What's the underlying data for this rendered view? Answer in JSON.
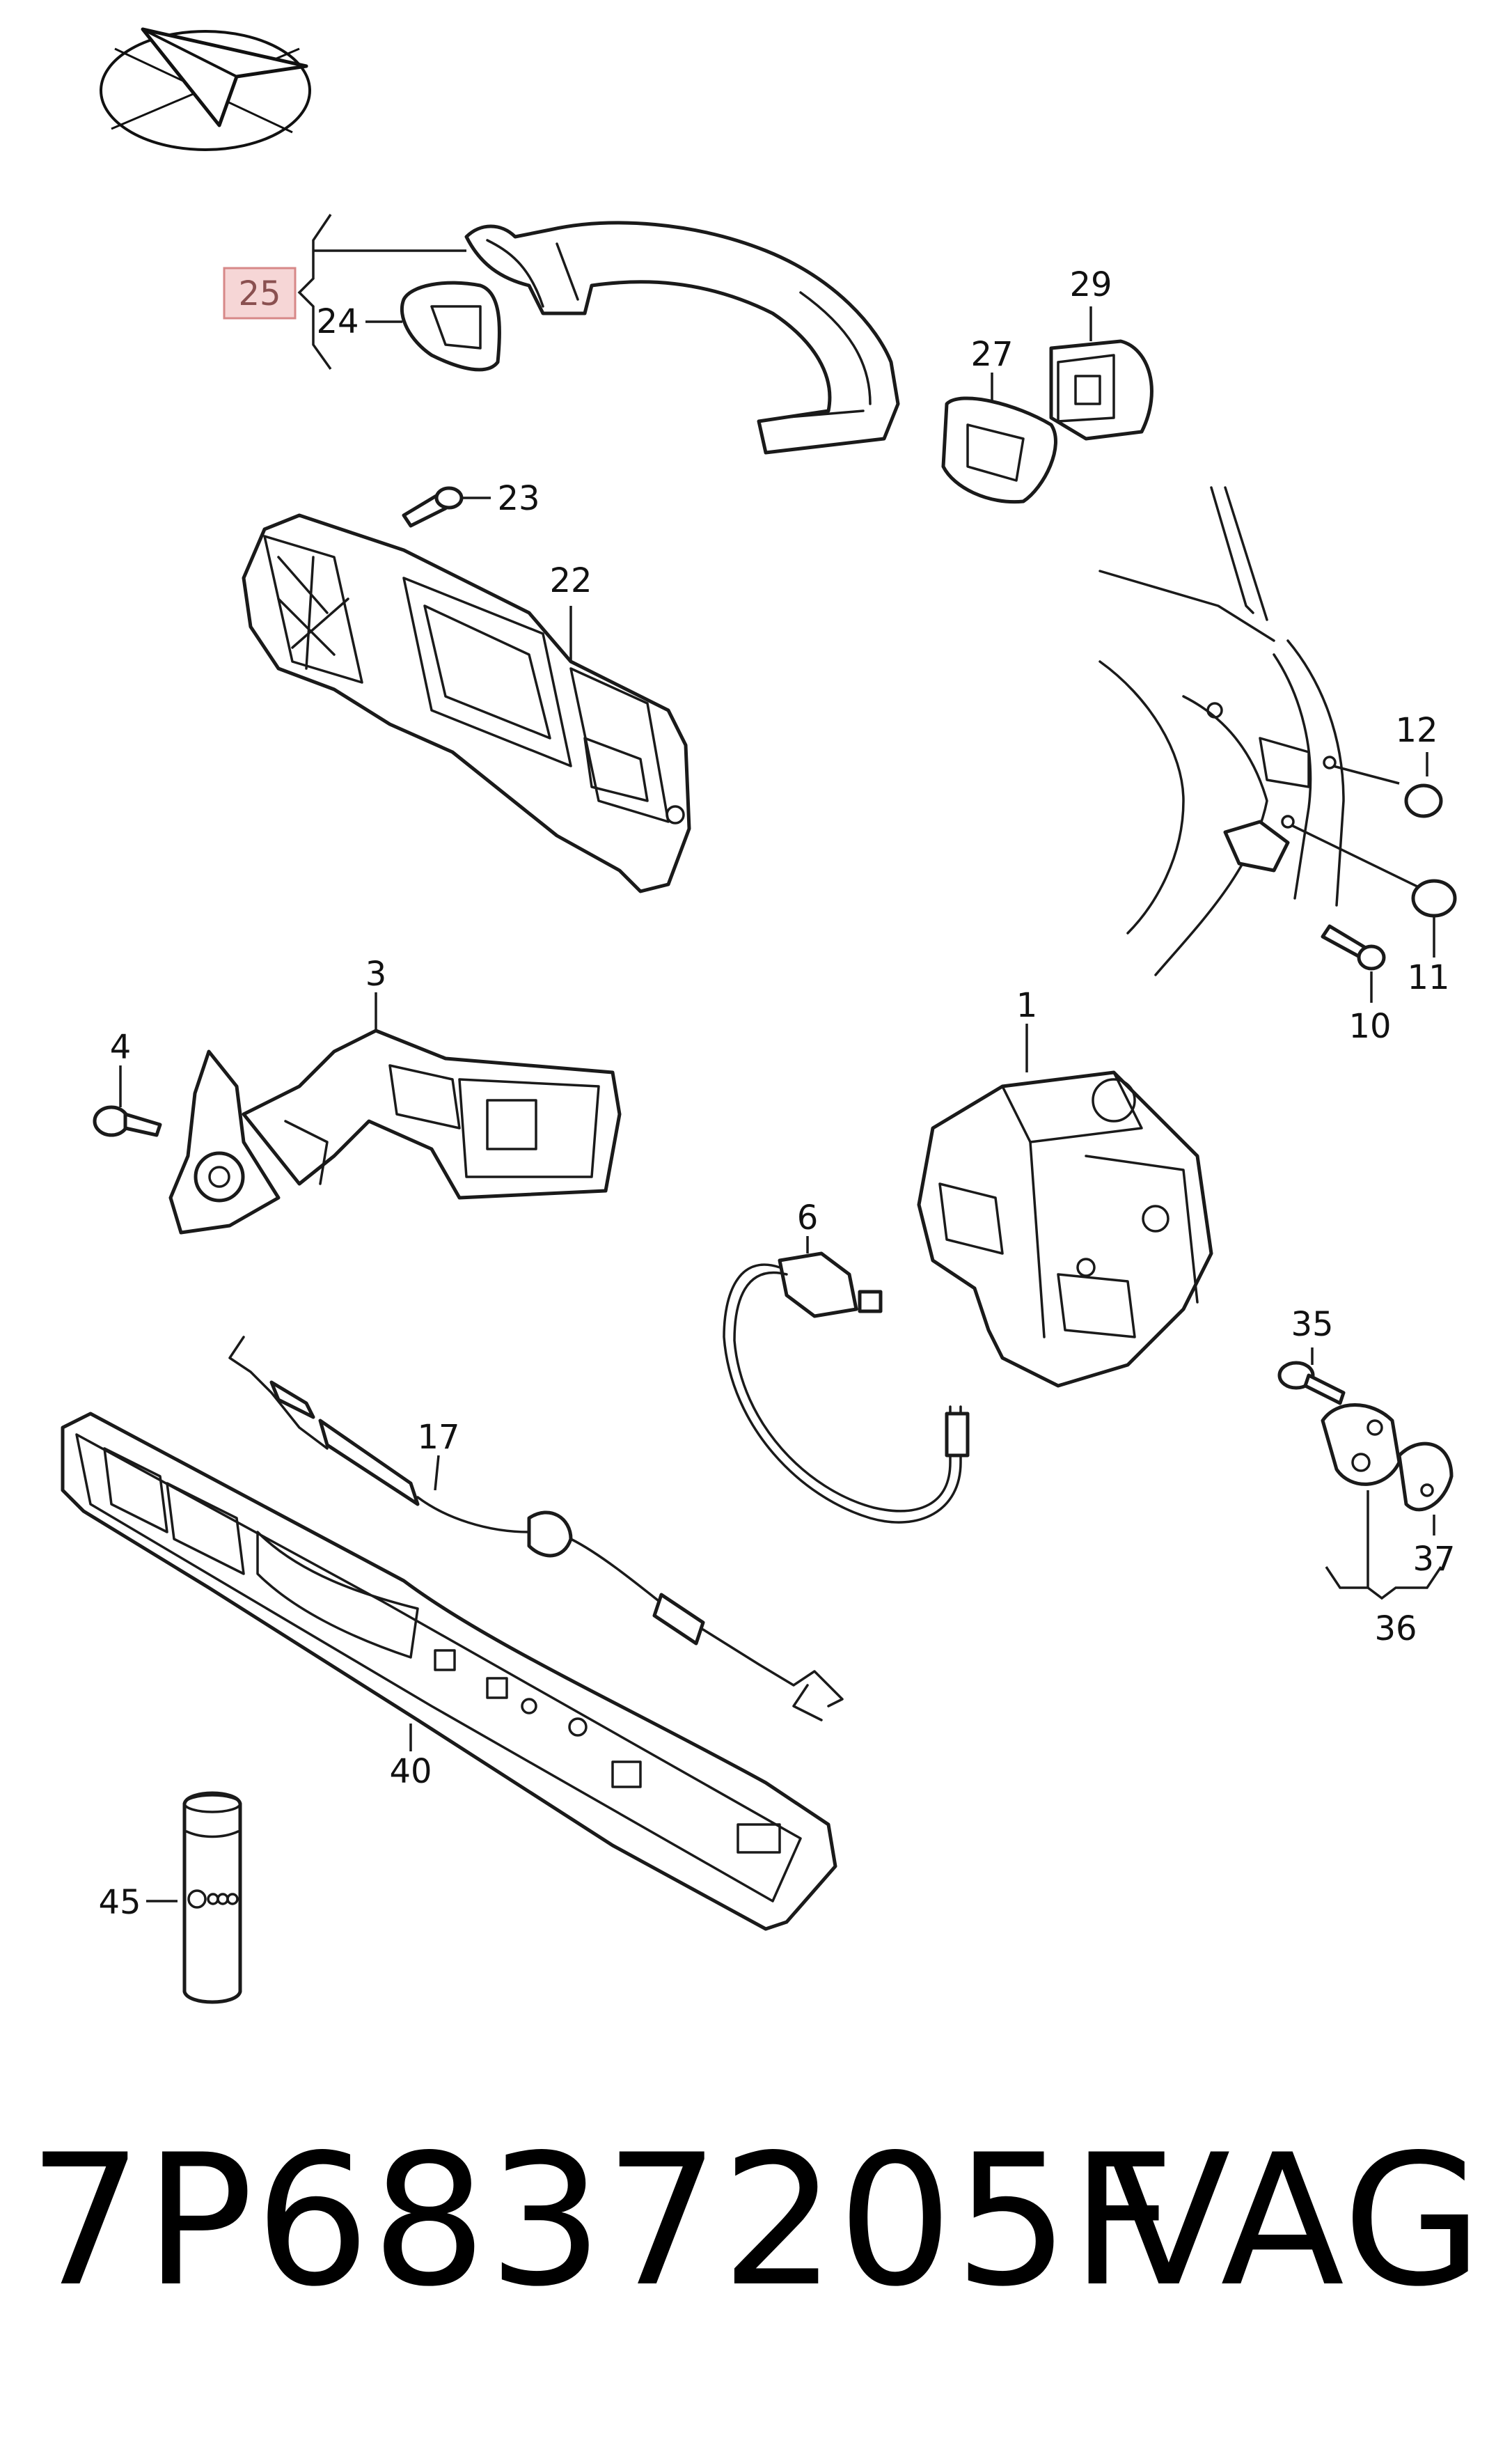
{
  "callouts": [
    {
      "id": "c1",
      "label": "1"
    },
    {
      "id": "c3",
      "label": "3"
    },
    {
      "id": "c4",
      "label": "4"
    },
    {
      "id": "c6",
      "label": "6"
    },
    {
      "id": "c10",
      "label": "10"
    },
    {
      "id": "c11",
      "label": "11"
    },
    {
      "id": "c12",
      "label": "12"
    },
    {
      "id": "c17",
      "label": "17"
    },
    {
      "id": "c22",
      "label": "22"
    },
    {
      "id": "c23",
      "label": "23"
    },
    {
      "id": "c24",
      "label": "24"
    },
    {
      "id": "c25",
      "label": "25"
    },
    {
      "id": "c27",
      "label": "27"
    },
    {
      "id": "c29",
      "label": "29"
    },
    {
      "id": "c35",
      "label": "35"
    },
    {
      "id": "c36",
      "label": "36"
    },
    {
      "id": "c37",
      "label": "37"
    },
    {
      "id": "c40",
      "label": "40"
    },
    {
      "id": "c45",
      "label": "45"
    }
  ],
  "highlight": {
    "label": "25",
    "color": "#f6d6d6",
    "border": "#d78888"
  },
  "footer": {
    "part_number": "7P6837205F",
    "brand": "VAG"
  },
  "logo": {
    "icon": "paper-plane-logo-icon"
  }
}
